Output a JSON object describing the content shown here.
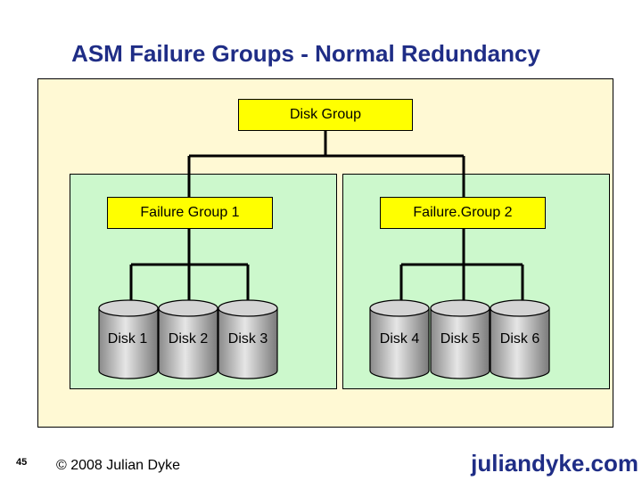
{
  "title": "ASM Failure Groups - Normal Redundancy",
  "disk_group": "Disk Group",
  "failure_groups": [
    {
      "label": "Failure Group 1",
      "disks": [
        "Disk 1",
        "Disk 2",
        "Disk 3"
      ]
    },
    {
      "label": "Failure.Group 2",
      "disks": [
        "Disk 4",
        "Disk 5",
        "Disk 6"
      ]
    }
  ],
  "footer": {
    "page_number": "45",
    "copyright": "© 2008 Julian Dyke",
    "site": "juliandyke.com"
  },
  "colors": {
    "title": "#1f2d86",
    "frame_background": "#fff9d4",
    "failure_group_background": "#ccf8cc",
    "label_box": "#ffff00",
    "disk": "#b0b0b0"
  }
}
